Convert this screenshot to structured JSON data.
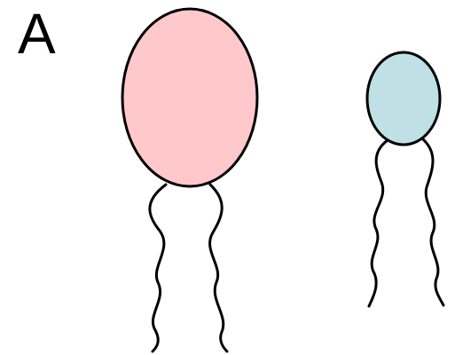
{
  "panel_label": "A",
  "cells": [
    {
      "name": "large-cell",
      "color": "#ffc9cb"
    },
    {
      "name": "small-cell",
      "color": "#bfe0e4"
    }
  ],
  "outline_color": "#000000",
  "background": "#ffffff"
}
